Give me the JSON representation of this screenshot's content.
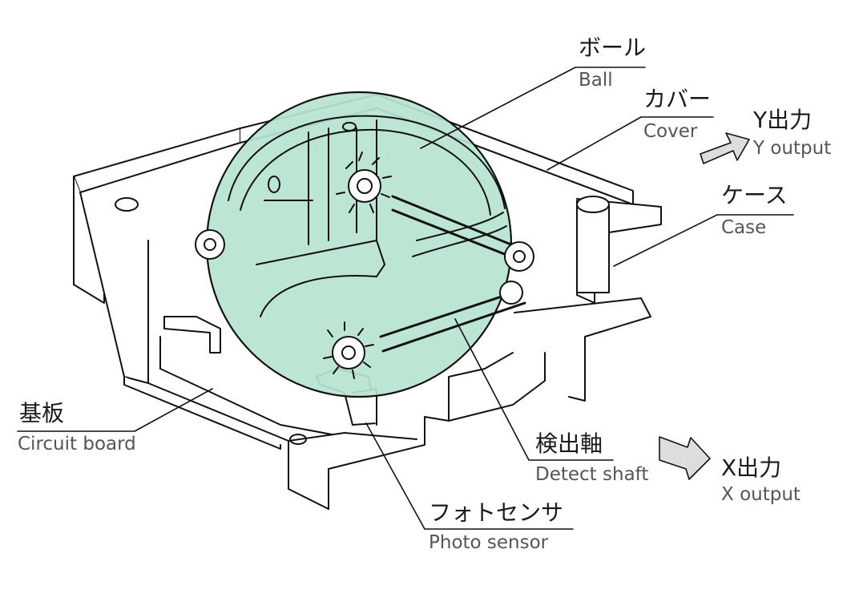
{
  "labels": {
    "ball": {
      "jp": "ボール",
      "en": "Ball"
    },
    "cover": {
      "jp": "カバー",
      "en": "Cover"
    },
    "case": {
      "jp": "ケース",
      "en": "Case"
    },
    "circuit_board": {
      "jp": "基板",
      "en": "Circuit board"
    },
    "detect_shaft": {
      "jp": "検出軸",
      "en": "Detect shaft"
    },
    "photo_sensor": {
      "jp": "フォトセンサ",
      "en": "Photo sensor"
    }
  },
  "outputs": {
    "y": {
      "jp": "Y出力",
      "en": "Y output"
    },
    "x": {
      "jp": "X出力",
      "en": "X output"
    }
  },
  "colors": {
    "ball_fill": "#b7e3cf",
    "line": "#111111",
    "arrow_fill": "#dddddd",
    "english_text": "#555555"
  }
}
